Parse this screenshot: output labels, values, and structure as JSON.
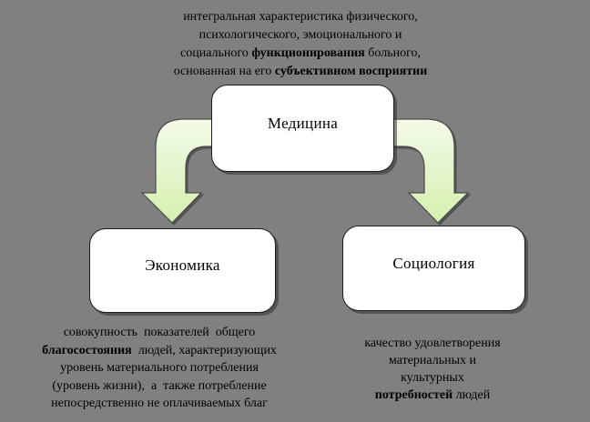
{
  "colors": {
    "background": "#808080",
    "node_fill": "#ffffff",
    "node_border": "#1c1c1c",
    "arrow_gradient_start": "#f3fae9",
    "arrow_gradient_end": "#d5f0ae",
    "arrow_outline": "#4a4a4a",
    "text": "#000000"
  },
  "top_text": {
    "line1": "интегральная характеристика физического,",
    "line2": "психологического, эмоционального и",
    "line3_pre": "социального ",
    "line3_bold": "функционирования",
    "line3_post": " больного,",
    "line4_pre": "основанная на его ",
    "line4_bold": "субъективном восприятии"
  },
  "nodes": {
    "medicine": {
      "label": "Медицина"
    },
    "economics": {
      "label": "Экономика"
    },
    "sociology": {
      "label": "Социология"
    }
  },
  "arrows": [
    {
      "name": "arrow-medicine-to-economics",
      "direction": "down-left"
    },
    {
      "name": "arrow-medicine-to-sociology",
      "direction": "down-right"
    }
  ],
  "economics_text": {
    "line1": "совокупность  показателей  общего",
    "line2_bold": "благосостояния",
    "line2_post": "  людей, характеризующих",
    "line3": "уровень материального потребления",
    "line4": "(уровень жизни),  а  также потребление",
    "line5": "непосредственно не оплачиваемых благ"
  },
  "sociology_text": {
    "line1": "качество удовлетворения",
    "line2": "материальных и",
    "line3": "культурных",
    "line4_bold": "потребностей",
    "line4_post": " людей"
  }
}
